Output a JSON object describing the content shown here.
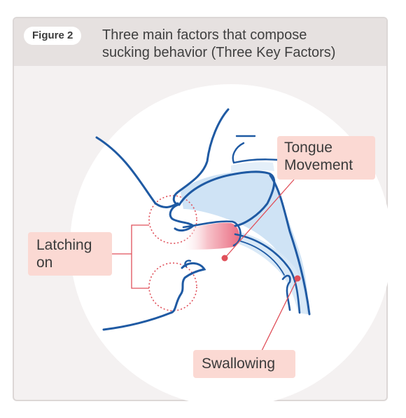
{
  "header": {
    "figure_label": "Figure 2",
    "title_line1": "Three main factors that compose",
    "title_line2": "sucking behavior (Three Key Factors)"
  },
  "labels": {
    "tongue_line1": "Tongue",
    "tongue_line2": "Movement",
    "latching_line1": "Latching",
    "latching_line2": "on",
    "swallowing": "Swallowing"
  },
  "colors": {
    "outline": "#1f5aa3",
    "fill": "#cfe3f5",
    "accent": "#e0505a",
    "callout_bg": "#fbd9d3",
    "header_bg": "#e6e1e0",
    "panel_bg": "#f4f1f1"
  }
}
